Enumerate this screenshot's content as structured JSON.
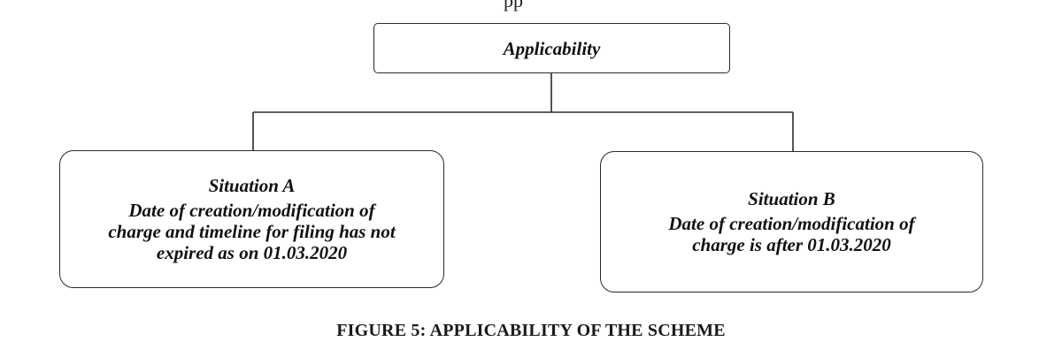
{
  "header_fragment": "pp",
  "diagram": {
    "root": {
      "label": "Applicability"
    },
    "children": [
      {
        "title": "Situation A",
        "text": "Date of creation/modification of\ncharge and timeline for filing has not\nexpired as on 01.03.2020"
      },
      {
        "title": "Situation B",
        "text": "Date of creation/modification of\ncharge is after 01.03.2020"
      }
    ]
  },
  "caption": "FIGURE 5: APPLICABILITY OF THE SCHEME"
}
